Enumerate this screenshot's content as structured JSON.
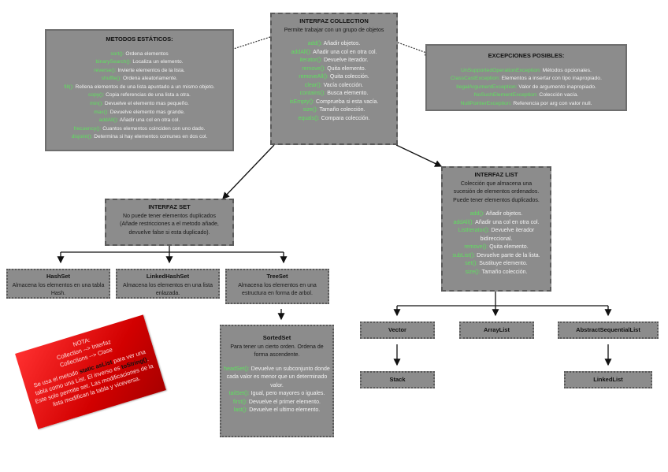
{
  "collection": {
    "title": "INTERFAZ COLLECTION",
    "description": "Permite trabajar con un grupo de objetos",
    "methods": [
      {
        "name": "add():",
        "desc": " Añadir objetos."
      },
      {
        "name": "addAll():",
        "desc": " Añadir una col en otra col."
      },
      {
        "name": "iterator():",
        "desc": " Devuelve iterador."
      },
      {
        "name": "remove():",
        "desc": " Quita elemento."
      },
      {
        "name": "removeAll():",
        "desc": " Quita colección."
      },
      {
        "name": "clear():",
        "desc": " Vacía colección."
      },
      {
        "name": "contains():",
        "desc": " Busca elemento."
      },
      {
        "name": "isEmpty():",
        "desc": " Comprueba si esta vacía."
      },
      {
        "name": "size():",
        "desc": " Tamaño colección."
      },
      {
        "name": "equals():",
        "desc": " Compara colección."
      }
    ]
  },
  "static_methods": {
    "title": "METODOS ESTÁTICOS:",
    "methods": [
      {
        "name": "sort():",
        "desc": " Ordena elementos"
      },
      {
        "name": "binarySearch():",
        "desc": " Localiza un elemento."
      },
      {
        "name": "reverse():",
        "desc": " Invierte elementos de la lista."
      },
      {
        "name": "shuffle():",
        "desc": " Ordena aleatoriamente."
      },
      {
        "name": "fill():",
        "desc": " Rellena elementos de una lista apuntado a un mismo objeto."
      },
      {
        "name": "copy():",
        "desc": " Copia referencias de una lista a otra."
      },
      {
        "name": "min():",
        "desc": " Devuelve el elemento mas pequeño."
      },
      {
        "name": "max():",
        "desc": " Devuelve elemento mas grande."
      },
      {
        "name": "addAll():",
        "desc": " Añadir una col en otra col."
      },
      {
        "name": "frecuency():",
        "desc": " Cuantos elementos coinciden con uno dado."
      },
      {
        "name": "disjoint():",
        "desc": " Determina si hay elementos comunes en dos col."
      }
    ]
  },
  "exceptions": {
    "title": "EXCEPCIONES POSIBLES:",
    "items": [
      {
        "name": "UnSupportedOperationException:",
        "desc": " Métodos opcionales."
      },
      {
        "name": "ClassCastException:",
        "desc": " Elementos a insertar con tipo inapropiado."
      },
      {
        "name": "IlegalArgumentException:",
        "desc": " Valor de argumento inapropiado."
      },
      {
        "name": "NoSuchElementException:",
        "desc": " Colección vacía."
      },
      {
        "name": "NullPointerException:",
        "desc": " Referencia por arg con valor null."
      }
    ]
  },
  "set": {
    "title": "INTERFAZ SET",
    "description": [
      "No puede tener elementos duplicados",
      "(Añade restricciones a el metodo añade,",
      "devuelve false si esta duplicado)."
    ]
  },
  "list": {
    "title": "INTERFAZ LIST",
    "description": [
      "Colección que almacena una",
      "sucesión de elementos ordenados.",
      "Puede tener elementos duplicados."
    ],
    "methods": [
      {
        "name": "add():",
        "desc": " Añadir objetos."
      },
      {
        "name": "addAll():",
        "desc": " Añadir una col en otra col."
      },
      {
        "name": "ListIterator():",
        "desc": " Devuelve iterador bidireccional."
      },
      {
        "name": "remove():",
        "desc": " Quita elemento."
      },
      {
        "name": "subList():",
        "desc": " Devuelve parte de la lista."
      },
      {
        "name": "set():",
        "desc": " Sustituye elemento."
      },
      {
        "name": "size():",
        "desc": " Tamaño colección."
      }
    ]
  },
  "hashset": {
    "title": "HashSet",
    "desc": "Almacena los elementos en una tabla Hash."
  },
  "linkedhashset": {
    "title": "LinkedHashSet",
    "desc": "Almacena los elementos en una lista enlazada."
  },
  "treeset": {
    "title": "TreeSet",
    "desc": "Almacena los elementos en una estructura en forma de arbol."
  },
  "sortedset": {
    "title": "SortedSet",
    "description": "Para tener un cierto orden. Ordena de forma ascendente.",
    "methods": [
      {
        "name": "headSet():",
        "desc": " Devuelve un subconjunto donde cada valor es menor que un determinado valor."
      },
      {
        "name": "tailSet():",
        "desc": " Igual, pero mayores o iguales."
      },
      {
        "name": "first():",
        "desc": " Devuelve el primer elemento."
      },
      {
        "name": "last():",
        "desc": " Devuelve el ultimo elemento."
      }
    ]
  },
  "list_impls": {
    "vector": "Vector",
    "arraylist": "ArrayList",
    "abstractsequentiallist": "AbstractSequentialList",
    "stack": "Stack",
    "linkedlist": "LinkedList"
  },
  "note": {
    "title": "NOTA:",
    "line1": "Collection --> Interfaz",
    "line2": "Collections --> Clase",
    "text_before": "Se usa el metodo ",
    "bold1": "static asList",
    "text_mid": " para ver una tabla como una List. El inverso es ",
    "bold2": "toString()",
    "text_after": ". Este solo permite set. Las modificaciones de la lista modifican la tabla y viceversa."
  },
  "colors": {
    "box_fill": "#8c8c8c",
    "method_green": "#5fe05f",
    "note_red": "#e00000"
  }
}
